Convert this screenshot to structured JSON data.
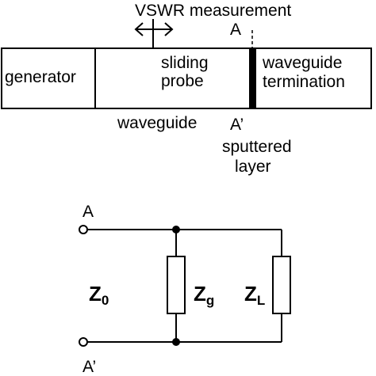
{
  "waveguide_setup": {
    "title": "VSWR measurement",
    "generator": "generator",
    "probe_line1": "sliding",
    "probe_line2": "probe",
    "termination_line1": "waveguide",
    "termination_line2": "termination",
    "waveguide": "waveguide",
    "marker_top": "A",
    "marker_bottom": "A’",
    "layer_line1": "sputtered",
    "layer_line2": "layer"
  },
  "circuit": {
    "terminal_top": "A",
    "terminal_bottom": "A’",
    "z0_main": "Z",
    "z0_sub": "0",
    "zg_main": "Z",
    "zg_sub": "g",
    "zl_main": "Z",
    "zl_sub": "L"
  }
}
